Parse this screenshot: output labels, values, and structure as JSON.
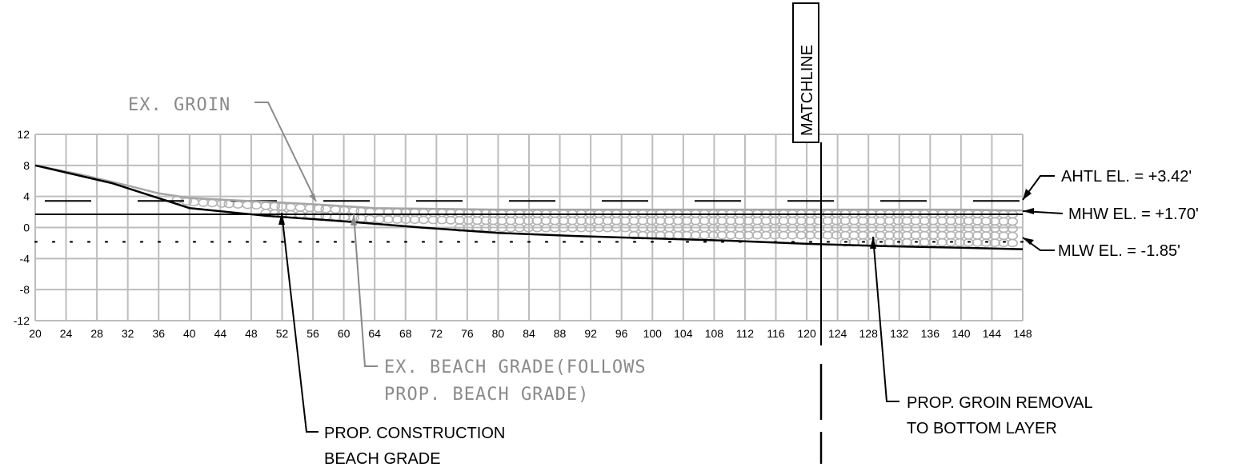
{
  "chart_data": {
    "type": "line",
    "x_ticks": [
      20,
      24,
      28,
      32,
      36,
      40,
      44,
      48,
      52,
      56,
      60,
      64,
      68,
      72,
      76,
      80,
      84,
      88,
      92,
      96,
      100,
      104,
      108,
      112,
      116,
      120,
      124,
      128,
      132,
      136,
      140,
      144,
      148
    ],
    "y_ticks": [
      12,
      8,
      4,
      0,
      -4,
      -8,
      -12
    ],
    "xlim": [
      20,
      148
    ],
    "ylim": [
      -12,
      12
    ],
    "grid": true,
    "matchline_x": 122,
    "series": [
      {
        "name": "PROP. CONSTRUCTION BEACH GRADE",
        "x": [
          20,
          30,
          40,
          50,
          60,
          70,
          80,
          90,
          100,
          110,
          120,
          130,
          140,
          148
        ],
        "y": [
          8.0,
          5.7,
          2.5,
          1.5,
          0.8,
          0.0,
          -0.7,
          -1.1,
          -1.4,
          -1.7,
          -2.1,
          -2.4,
          -2.6,
          -2.8
        ],
        "color": "#000000"
      },
      {
        "name": "EX. GROIN",
        "x": [
          20,
          26,
          32,
          36,
          40,
          48,
          56,
          64,
          80,
          100,
          120,
          140,
          148
        ],
        "y": [
          8.0,
          6.8,
          5.4,
          4.4,
          3.8,
          3.4,
          3.0,
          2.5,
          2.3,
          2.3,
          2.3,
          2.3,
          2.2
        ],
        "color": "#a6a6a6"
      }
    ],
    "levels": [
      {
        "name": "AHTL",
        "value": 3.42,
        "style": "dashed"
      },
      {
        "name": "MHW",
        "value": 1.7,
        "style": "solid"
      },
      {
        "name": "MLW",
        "value": -1.85,
        "style": "dotted"
      }
    ]
  },
  "labels": {
    "matchline": "MATCHLINE",
    "ex_groin": "EX. GROIN",
    "ahtl": "AHTL EL. = +3.42'",
    "mhw": "MHW EL. = +1.70'",
    "mlw": "MLW EL. = -1.85'",
    "ex_beach_1": "EX. BEACH GRADE(FOLLOWS",
    "ex_beach_2": "PROP. BEACH GRADE)",
    "prop_construction_1": "PROP. CONSTRUCTION",
    "prop_construction_2": "BEACH GRADE",
    "prop_groin_1": "PROP. GROIN REMOVAL",
    "prop_groin_2": "TO BOTTOM LAYER"
  }
}
